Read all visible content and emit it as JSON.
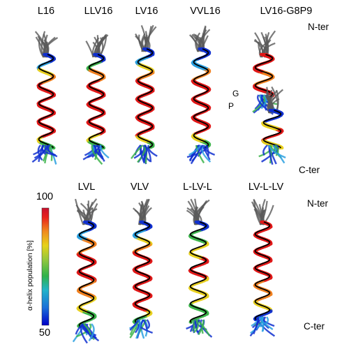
{
  "labels": {
    "L16": "L16",
    "LLV16": "LLV16",
    "LV16": "LV16",
    "VVL16": "VVL16",
    "LV16_G8P9": "LV16-G8P9",
    "LVL": "LVL",
    "VLV": "VLV",
    "L_LV_L": "L-LV-L",
    "LV_L_LV": "LV-L-LV",
    "n_ter": "N-ter",
    "c_ter": "C-ter",
    "g": "G",
    "p": "P"
  },
  "colorbar": {
    "max": "100",
    "min": "50",
    "title": "α-helix population [%]",
    "colors": [
      "#0000c8",
      "#1a6fd9",
      "#22b3c9",
      "#2fb24a",
      "#8dc63f",
      "#e6d21a",
      "#f08a1c",
      "#e8211c",
      "#c8102e"
    ]
  },
  "colors": {
    "coil": "#5a5a5a",
    "backbone": "#000000",
    "blue": "#1030d0",
    "cyan": "#2aa0e0",
    "green": "#3cb44b",
    "yellow": "#e8d020",
    "orange": "#f08020",
    "red": "#e01818"
  }
}
